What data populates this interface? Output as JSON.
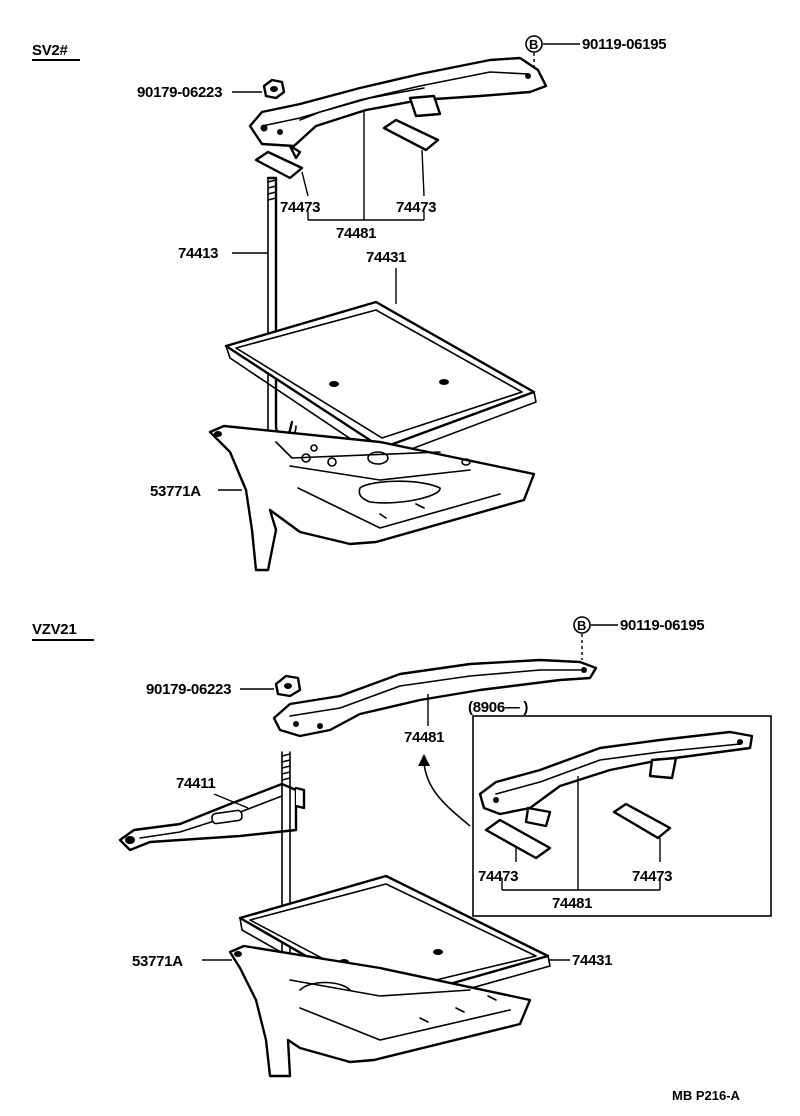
{
  "sections": [
    {
      "model_label": "SV2#",
      "labels": {
        "bolt_b": "90119-06195",
        "nut": "90179-06223",
        "pad_left": "74473",
        "pad_right": "74473",
        "clamp": "74481",
        "rod": "74413",
        "tray": "74431",
        "bracket": "53771A"
      },
      "b_marker": "B"
    },
    {
      "model_label": "VZV21",
      "labels": {
        "bolt_b": "90119-06195",
        "nut": "90179-06223",
        "clamp": "74481",
        "stay": "74411",
        "bracket": "53771A",
        "tray": "74431"
      },
      "b_marker": "B",
      "inset": {
        "range": "(8906—      )",
        "pad_left": "74473",
        "pad_right": "74473",
        "clamp": "74481"
      }
    }
  ],
  "page_code": "MB  P216-A"
}
